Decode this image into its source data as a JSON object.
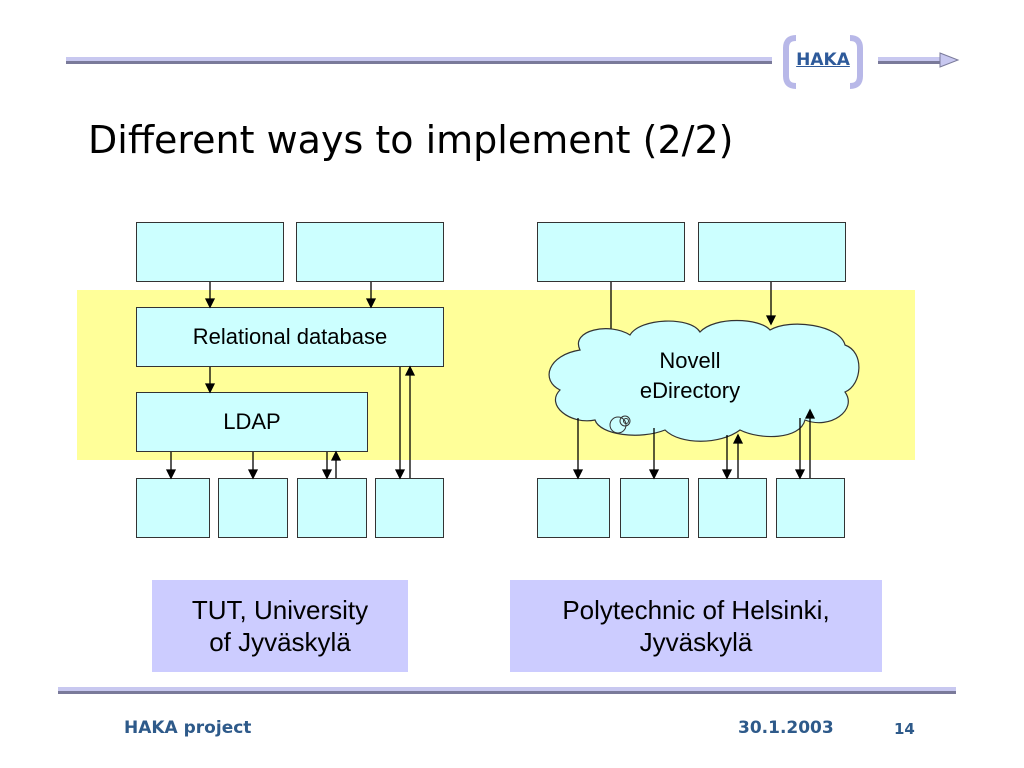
{
  "header": {
    "logo_text": "HAKA",
    "title": "Different ways to implement (2/2)"
  },
  "left_diagram": {
    "relational_db_label": "Relational database",
    "ldap_label": "LDAP",
    "caption_line1": "TUT, University",
    "caption_line2": "of Jyväskylä"
  },
  "right_diagram": {
    "cloud_line1": "Novell",
    "cloud_line2": "eDirectory",
    "caption_line1": "Polytechnic of Helsinki,",
    "caption_line2": "Jyväskylä"
  },
  "footer": {
    "project": "HAKA project",
    "date": "30.1.2003",
    "page": "14"
  },
  "colors": {
    "box_fill": "#ccffff",
    "band_fill": "#ffff99",
    "caption_fill": "#ccccff",
    "footer_text": "#2e5a8a",
    "logo_text": "#2e5a9a"
  }
}
